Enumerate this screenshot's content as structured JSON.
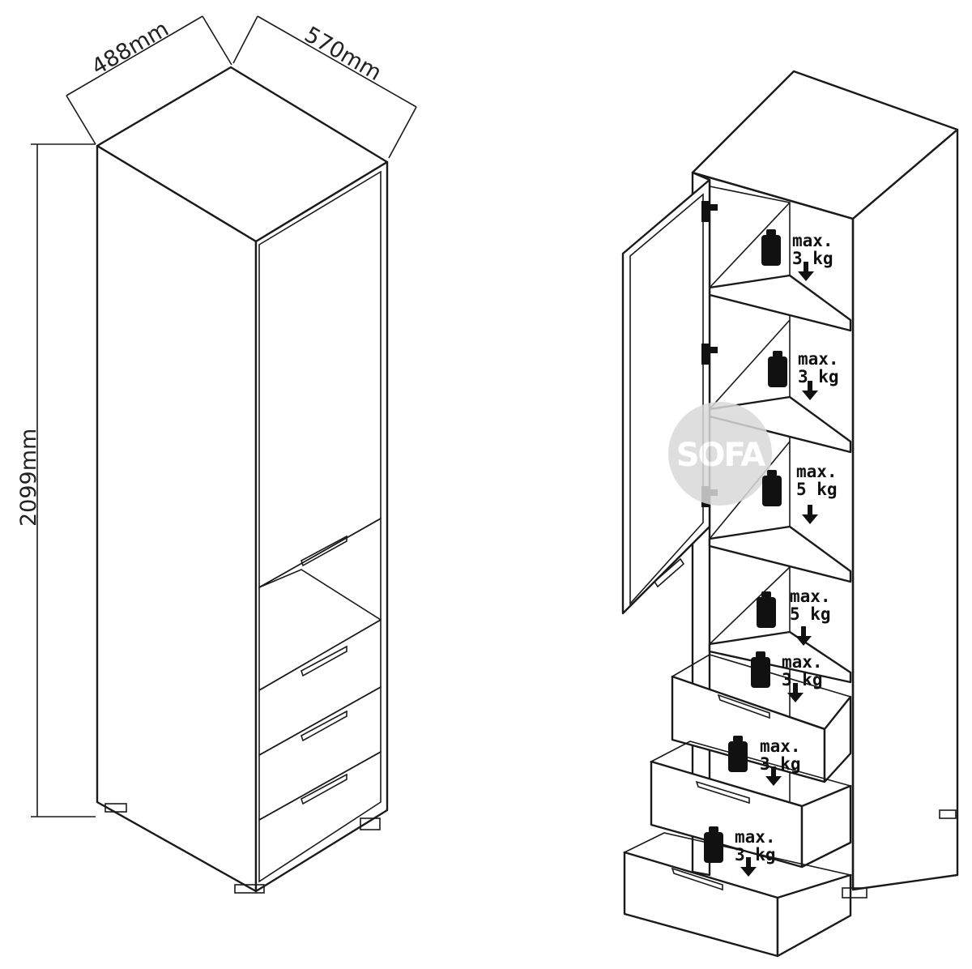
{
  "dimensions": {
    "depth": "488mm",
    "width": "570mm",
    "height": "2099mm"
  },
  "shelf_loads": [
    {
      "line1": "max.",
      "line2": "3 kg"
    },
    {
      "line1": "max.",
      "line2": "3 kg"
    },
    {
      "line1": "max.",
      "line2": "5 kg"
    },
    {
      "line1": "max.",
      "line2": "5 kg"
    }
  ],
  "drawer_loads": [
    {
      "line1": "max.",
      "line2": "3 kg"
    },
    {
      "line1": "max.",
      "line2": "3 kg"
    },
    {
      "line1": "max.",
      "line2": "3 kg"
    }
  ],
  "watermark": {
    "text": "SOFA",
    "color": "#d9d9d9"
  },
  "colors": {
    "line": "#1a1a1a",
    "background": "#ffffff"
  }
}
